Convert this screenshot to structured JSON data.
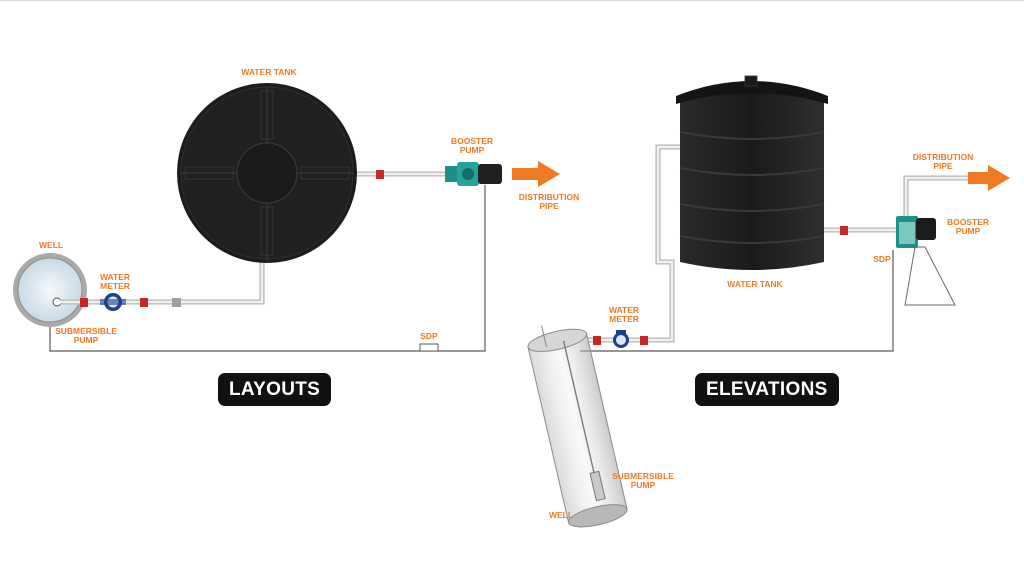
{
  "colors": {
    "label_orange": "#f07a24",
    "tank_black": "#1c1c1c",
    "pipe_gray": "#5a5a5a",
    "pump_teal": "#1f8f8a",
    "badge_bg": "#111111"
  },
  "layouts": {
    "title": "LAYOUTS",
    "labels": {
      "water_tank": "WATER TANK",
      "booster_pump_1": "BOOSTER",
      "booster_pump_2": "PUMP",
      "distribution_pipe_1": "DISTRIBUTION",
      "distribution_pipe_2": "PIPE",
      "well": "WELL",
      "water_meter_1": "WATER",
      "water_meter_2": "METER",
      "submersible_pump_1": "SUBMERSIBLE",
      "submersible_pump_2": "PUMP",
      "sdp": "SDP"
    }
  },
  "elevations": {
    "title": "ELEVATIONS",
    "labels": {
      "water_tank": "WATER TANK",
      "distribution_pipe_1": "DISTRIBUTION",
      "distribution_pipe_2": "PIPE",
      "booster_pump_1": "BOOSTER",
      "booster_pump_2": "PUMP",
      "sdp": "SDP",
      "water_meter_1": "WATER",
      "water_meter_2": "METER",
      "submersible_pump_1": "SUBMERSIBLE",
      "submersible_pump_2": "PUMP",
      "well": "WELL"
    }
  }
}
